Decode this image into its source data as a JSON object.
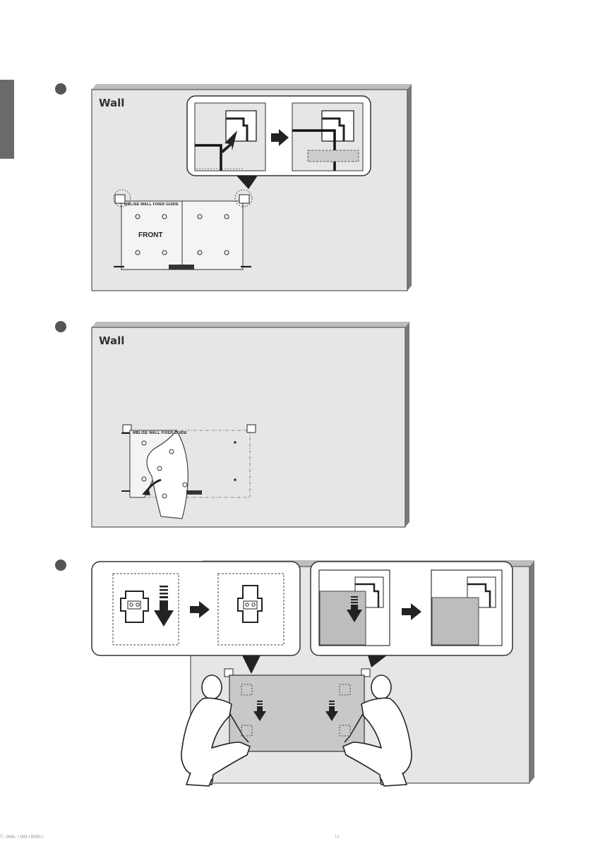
{
  "step1": {
    "wall_label": "Wall",
    "guide_title": "MBLISE WALL FIXER GUIDE",
    "front_label": "FRONT"
  },
  "step2": {
    "wall_label": "Wall",
    "guide_title": "MBLISE WALL FIXER GUIDE"
  },
  "footer": {
    "left": "T– 0IIIII– I 0I0I I IPI00 I",
    "right": "I I"
  },
  "colors": {
    "wall_fill": "#e6e6e6",
    "wall_edge": "#555555",
    "wall_side": "#7a7a7a",
    "step_dot": "#555555",
    "tab": "#6a6a6a",
    "display_fill": "#c8c8c8"
  },
  "icons": [
    "arrow-right-icon",
    "arrow-down-icon",
    "bracket-icon",
    "person-icon",
    "circle-number-icon"
  ]
}
